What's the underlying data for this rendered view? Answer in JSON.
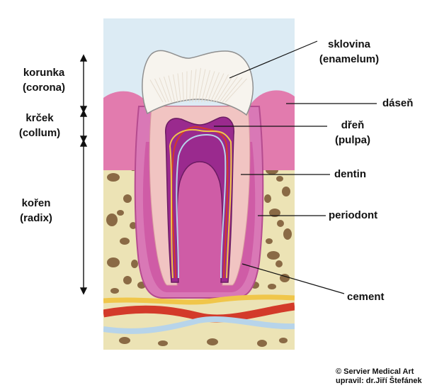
{
  "regions": {
    "crown": {
      "name": "korunka",
      "latin": "(corona)"
    },
    "neck": {
      "name": "krček",
      "latin": "(collum)"
    },
    "root": {
      "name": "kořen",
      "latin": "(radix)"
    }
  },
  "structures": {
    "enamel": {
      "name": "sklovina",
      "latin": "(enamelum)"
    },
    "gum": {
      "name": "dáseň"
    },
    "pulp": {
      "name": "dřeň",
      "latin": "(pulpa)"
    },
    "dentin": {
      "name": "dentin"
    },
    "periodontium": {
      "name": "periodont"
    },
    "cementum": {
      "name": "cement"
    }
  },
  "credit": {
    "line1": "© Servier Medical Art",
    "line2": "upravil: dr.Jiří Štefánek"
  },
  "colors": {
    "sky": "#dcebf4",
    "bone": "#ece3b5",
    "bone_pore": "#8a6a45",
    "gum": "#e27bae",
    "enamel": "#f7f4ee",
    "dentin": "#f1c4c2",
    "pulp": "#9a2a8e",
    "artery": "#d33a2a",
    "nerve": "#f0c64a",
    "vein": "#b7d4ea"
  }
}
